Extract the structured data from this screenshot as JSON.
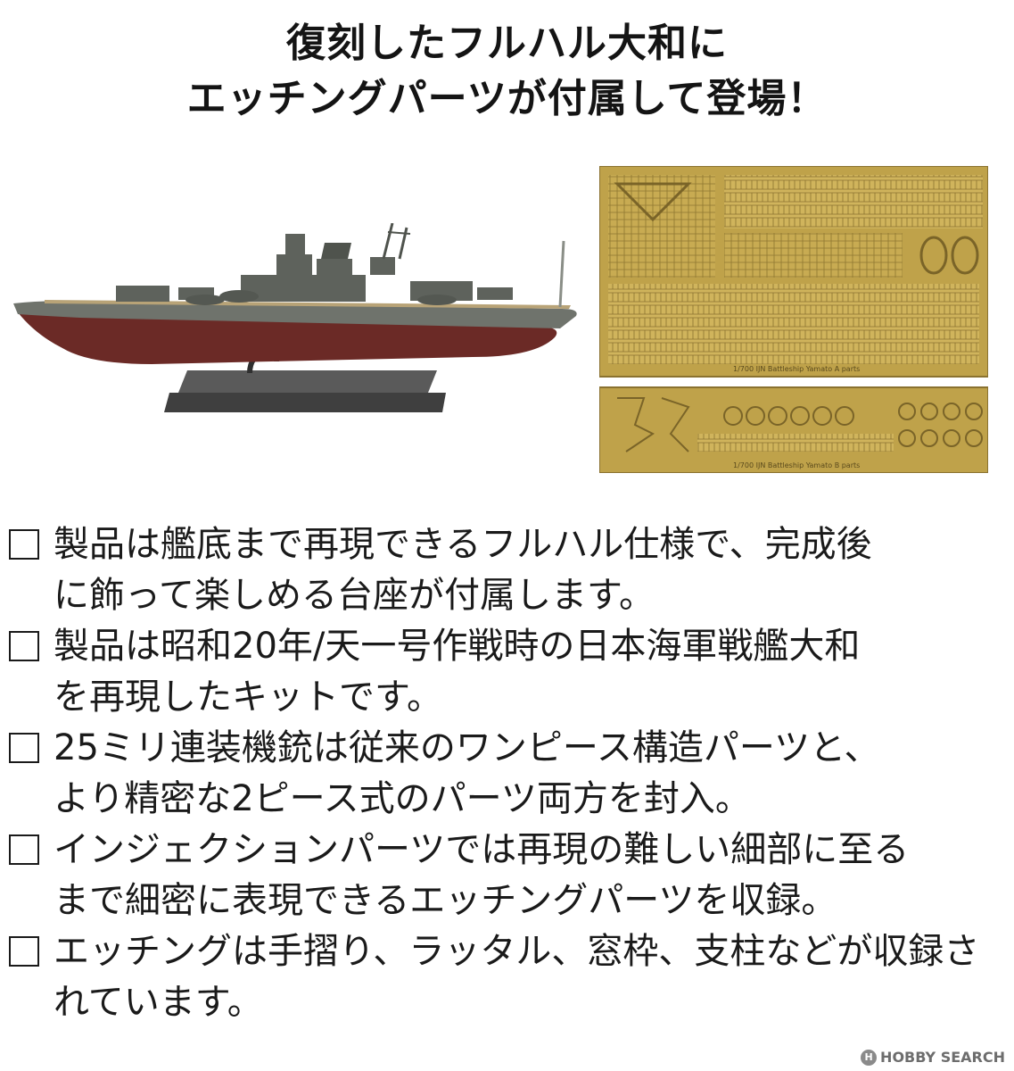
{
  "headline": {
    "line1": "復刻したフルハル大和に",
    "line2": "エッチングパーツが付属して登場！"
  },
  "etch_sheet": {
    "upper_caption": "1/700 IJN Battleship Yamato A parts",
    "lower_caption": "1/700 IJN Battleship Yamato B parts"
  },
  "features": [
    {
      "line1": "製品は艦底まで再現できるフルハル仕様で、完成後",
      "line2": "に飾って楽しめる台座が付属します。"
    },
    {
      "line1": "製品は昭和20年/天一号作戦時の日本海軍戦艦大和",
      "line2": "を再現したキットです。"
    },
    {
      "line1": "25ミリ連装機銃は従来のワンピース構造パーツと、",
      "line2": "より精密な2ピース式のパーツ両方を封入。"
    },
    {
      "line1": "インジェクションパーツでは再現の難しい細部に至る",
      "line2": "まで細密に表現できるエッチングパーツを収録。"
    },
    {
      "line1": "エッチングは手摺り、ラッタル、窓枠、支柱などが収録さ",
      "line2": "れています。"
    }
  ],
  "watermark": "HOBBY SEARCH",
  "colors": {
    "hull_gray": "#6f736c",
    "hull_red": "#6b2a26",
    "brass": "#bfa24a",
    "stand": "#4a4a4a"
  }
}
